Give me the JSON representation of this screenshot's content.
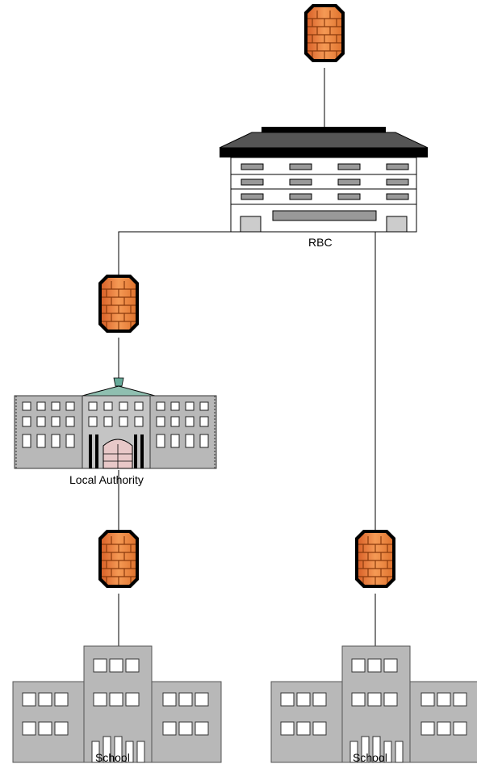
{
  "labels": {
    "rbc": "RBC",
    "local_authority": "Local Authority",
    "school_left": "School",
    "school_right": "School"
  },
  "colors": {
    "firewall_brick": "#f08a3c",
    "firewall_dark": "#c45a1a",
    "building_gray": "#b8b8b8",
    "line": "#000000"
  },
  "icons": [
    "firewall-icon",
    "data-center-icon",
    "government-building-icon",
    "school-icon"
  ]
}
